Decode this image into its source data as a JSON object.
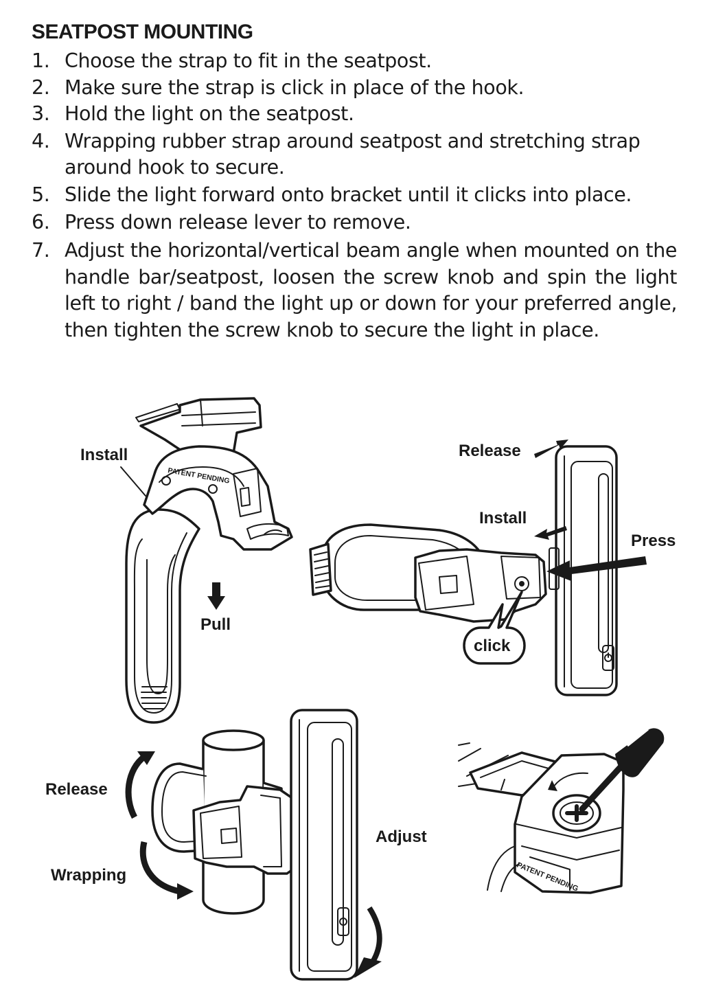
{
  "heading": "SEATPOST MOUNTING",
  "steps": [
    {
      "num": "1.",
      "text": "Choose the strap to fit in the seatpost."
    },
    {
      "num": "2.",
      "text": "Make sure the strap is click in place of the hook."
    },
    {
      "num": "3.",
      "text": "Hold the light on the seatpost."
    },
    {
      "num": "4.",
      "text": "Wrapping rubber strap around seatpost and stretching strap around hook to secure."
    },
    {
      "num": "5.",
      "text": "Slide the light forward onto bracket until it clicks into place."
    },
    {
      "num": "6.",
      "text": "Press down release lever to remove."
    },
    {
      "num": "7.",
      "text": "Adjust the horizontal/vertical beam angle when mounted on the handle bar/seatpost, loosen the screw knob and spin the light left to right / band the light up or down for your preferred angle, then tighten the screw knob to secure the light in place."
    }
  ],
  "figures": {
    "fig1": {
      "install_label": "Install",
      "pull_label": "Pull",
      "mark_text": "PATENT PENDING"
    },
    "fig2": {
      "release_label": "Release",
      "install_label": "Install",
      "press_label": "Press",
      "click_label": "click"
    },
    "fig3": {
      "release_label": "Release",
      "wrapping_label": "Wrapping",
      "adjust_label": "Adjust"
    },
    "fig4": {
      "mark_text": "PATENT PENDING"
    }
  },
  "colors": {
    "ink": "#1a1a1a",
    "paper": "#ffffff"
  },
  "icons": [
    "arrow-down-icon",
    "arrow-right-icon",
    "arrow-left-icon",
    "curved-arrow-icon",
    "power-button-icon",
    "screwdriver-icon",
    "phillips-screw-icon"
  ]
}
